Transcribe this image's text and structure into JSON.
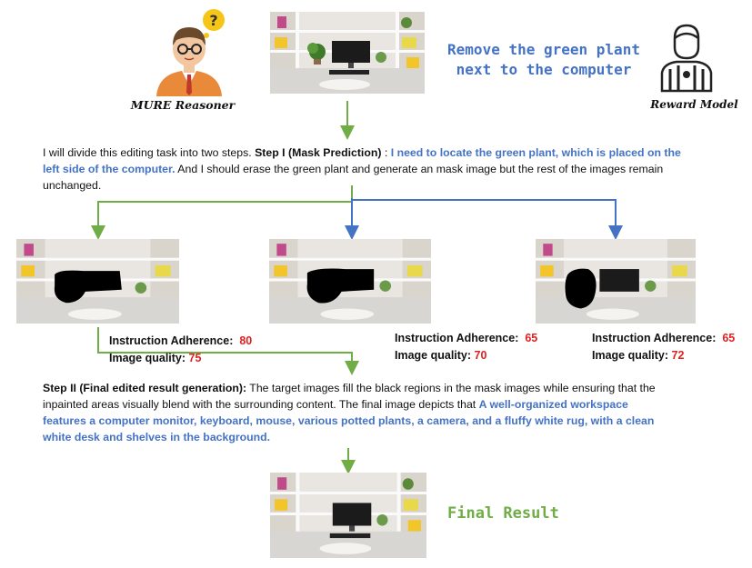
{
  "header": {
    "reasoner_label": "MURE Reasoner",
    "reward_label": "Reward Model",
    "instruction": "Remove the green plant next to the computer",
    "instruction_line1": "Remove the green plant",
    "instruction_line2": "next to the computer",
    "question_mark": "?"
  },
  "step1": {
    "intro": "I will divide this editing task into two steps. ",
    "heading": "Step I (Mask Prediction)",
    "sep": " : ",
    "highlight": "I need to locate the green plant, which is placed on the left side of the computer.",
    "rest": " And I should erase the green plant and generate an mask image but the rest of the images remain unchanged."
  },
  "candidates": [
    {
      "adherence_label": "Instruction Adherence",
      "adherence_value": "80",
      "quality_label": "Image quality",
      "quality_value": "75"
    },
    {
      "adherence_label": "Instruction Adherence",
      "adherence_value": "65",
      "quality_label": "Image quality",
      "quality_value": "70"
    },
    {
      "adherence_label": "Instruction Adherence",
      "adherence_value": "65",
      "quality_label": "Image quality",
      "quality_value": "72"
    }
  ],
  "step2": {
    "heading": "Step II (Final edited result generation):",
    "body": " The target images fill the black regions in the mask images while ensuring that the inpainted areas visually blend with the surrounding content. The final image depicts that ",
    "highlight": "A well-organized workspace features a computer monitor, keyboard, mouse, various potted plants, a camera, and a fluffy white rug, with a clean white desk and shelves in the background."
  },
  "final_label": "Final Result",
  "colors": {
    "green_arrow": "#70ad47",
    "blue_arrow": "#4472c4",
    "score_red": "#e02020",
    "highlight_blue": "#4472c4",
    "final_green": "#70ad47"
  }
}
